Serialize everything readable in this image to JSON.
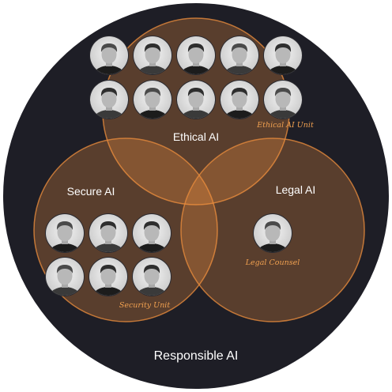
{
  "diagram": {
    "outer_label": "Responsible AI",
    "sets": [
      {
        "name": "Ethical AI",
        "unit": "Ethical AI Unit",
        "members": 10
      },
      {
        "name": "Secure AI",
        "unit": "Security Unit",
        "members": 6
      },
      {
        "name": "Legal AI",
        "unit": "Legal Counsel",
        "members": 1
      }
    ]
  },
  "colors": {
    "background": "#1e1e26",
    "set_fill": "#f59242",
    "set_stroke": "#e58a3c",
    "text": "#ffffff",
    "unit_text": "#f0a050"
  },
  "icons": {
    "member": "person-portrait-photo-icon"
  }
}
